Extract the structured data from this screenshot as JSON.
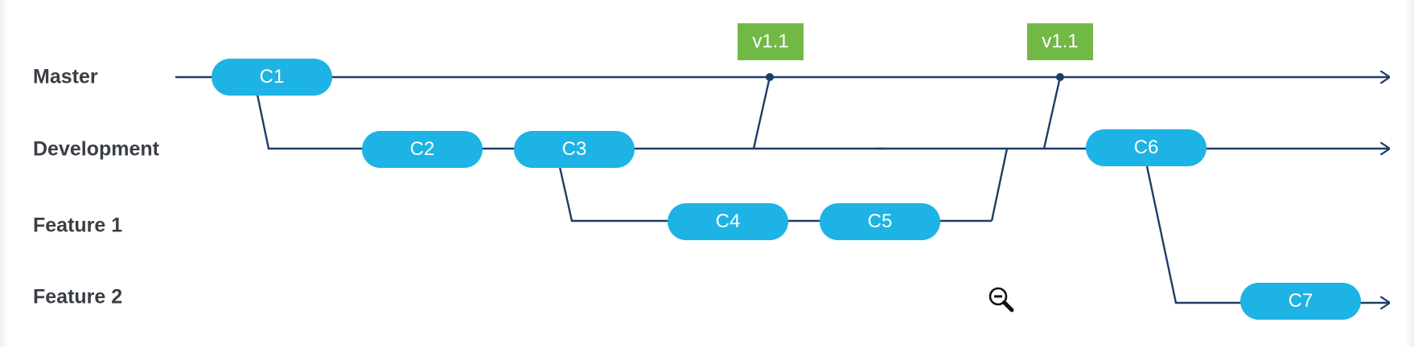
{
  "lanes": [
    {
      "id": "master",
      "label": "Master"
    },
    {
      "id": "development",
      "label": "Development"
    },
    {
      "id": "feature1",
      "label": "Feature 1"
    },
    {
      "id": "feature2",
      "label": "Feature 2"
    }
  ],
  "commits": [
    {
      "id": "c1",
      "label": "C1",
      "lane": "master"
    },
    {
      "id": "c2",
      "label": "C2",
      "lane": "development"
    },
    {
      "id": "c3",
      "label": "C3",
      "lane": "development"
    },
    {
      "id": "c4",
      "label": "C4",
      "lane": "feature1"
    },
    {
      "id": "c5",
      "label": "C5",
      "lane": "feature1"
    },
    {
      "id": "c6",
      "label": "C6",
      "lane": "development"
    },
    {
      "id": "c7",
      "label": "C7",
      "lane": "feature2"
    }
  ],
  "tags": [
    {
      "id": "tag1",
      "label": "v1.1",
      "lane": "master"
    },
    {
      "id": "tag2",
      "label": "v1.1",
      "lane": "master"
    }
  ],
  "colors": {
    "line": "#1f3d66",
    "commit": "#1db3e4",
    "tag": "#72b844",
    "label": "#3a3f45"
  },
  "icons": {
    "zoom": "zoom-out-icon"
  }
}
